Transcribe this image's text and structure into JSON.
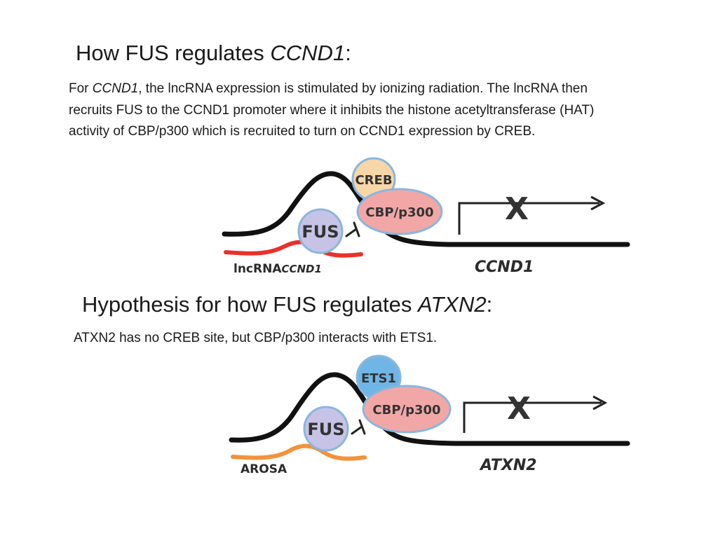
{
  "section1": {
    "title_prefix": "How FUS regulates ",
    "title_gene": "CCND1",
    "title_suffix": ":",
    "para_prefix": "For ",
    "para_gene": "CCND1",
    "para_text": ", the lncRNA expression is stimulated by ionizing radiation. The lncRNA then recruits FUS to the CCND1 promoter where it inhibits the histone acetyltransferase (HAT) activity of CBP/p300 which is recruited to turn on CCND1 expression by CREB.",
    "diagram": {
      "factor_label": "CREB",
      "coactivator_label": "CBP/p300",
      "fus_label": "FUS",
      "rna_label_main": "lncRNA",
      "rna_label_sub": "CCND1",
      "gene_label": "CCND1",
      "block_symbol": "X",
      "colors": {
        "factor": "#f7d6a8",
        "coactivator": "#f2a7a7",
        "fus": "#c7c3e6",
        "rna": "#e8322b"
      }
    }
  },
  "section2": {
    "title_prefix": "Hypothesis for how FUS regulates ",
    "title_gene": "ATXN2",
    "title_suffix": ":",
    "para_text": "ATXN2 has no CREB site, but CBP/p300 interacts with ETS1.",
    "diagram": {
      "factor_label": "ETS1",
      "coactivator_label": "CBP/p300",
      "fus_label": "FUS",
      "rna_label_main": "AROSA",
      "gene_label": "ATXN2",
      "block_symbol": "X",
      "colors": {
        "factor": "#6fb6e6",
        "coactivator": "#f2a7a7",
        "fus": "#c7c3e6",
        "rna": "#f3923b"
      }
    }
  }
}
